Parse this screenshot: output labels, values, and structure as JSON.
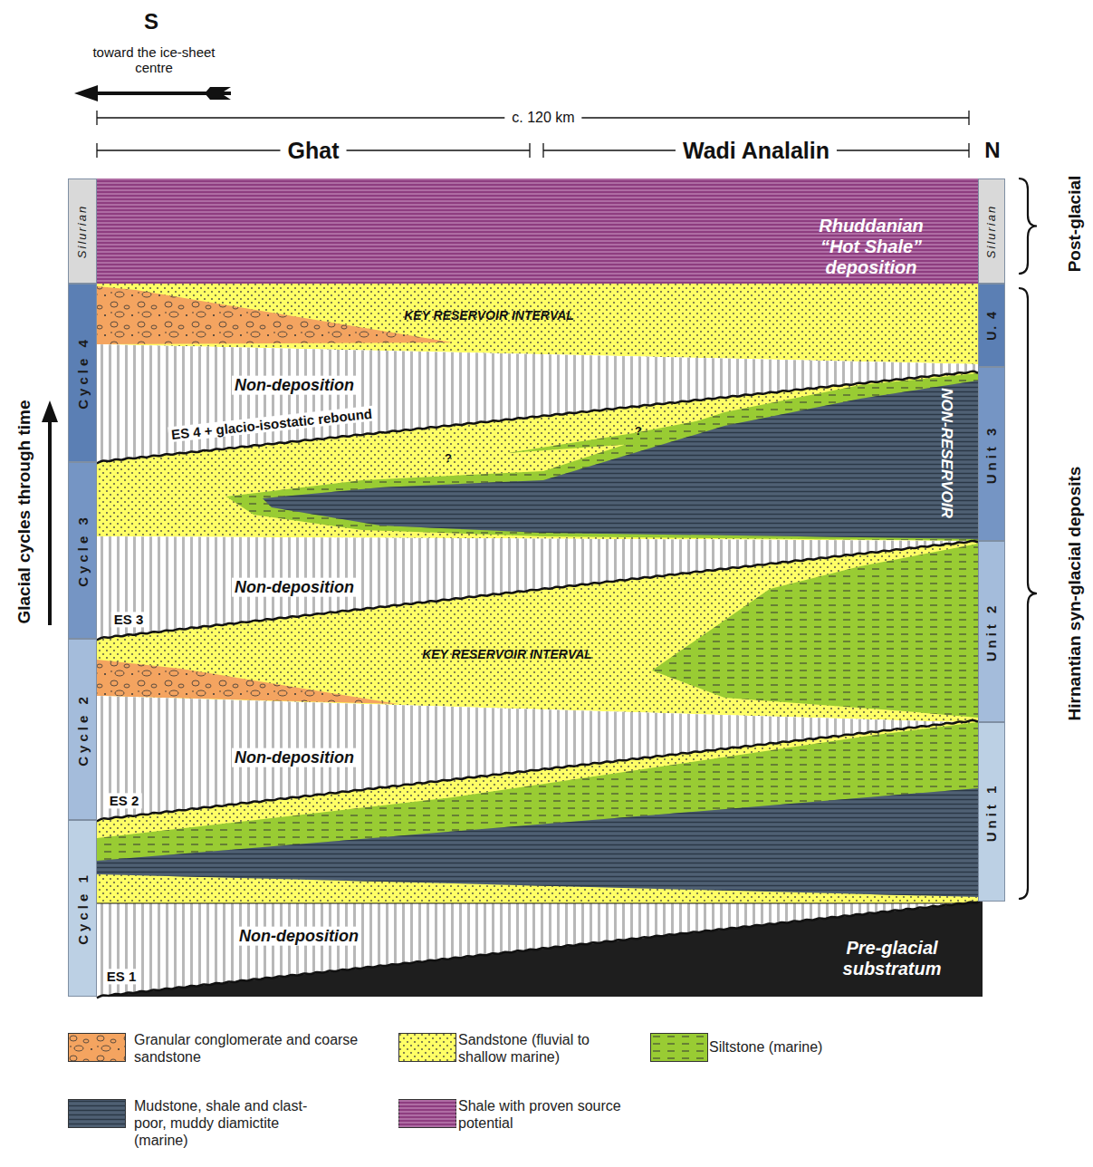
{
  "diagram": {
    "nodes": [
      {
        "text": [
          "Silurian"
        ]
      },
      {
        "text": [
          "Cycle 4"
        ]
      },
      {
        "text": [
          "Cycle 3"
        ]
      },
      {
        "text": [
          "Cycle 2"
        ]
      },
      {
        "text": [
          "Cycle 1"
        ]
      },
      {
        "text": [
          "Silurian"
        ]
      },
      {
        "text": [
          "U. 4"
        ]
      },
      {
        "text": [
          "Unit 3"
        ]
      },
      {
        "text": [
          "Unit 2"
        ]
      },
      {
        "text": [
          "Unit 1"
        ]
      }
    ],
    "labels": [
      "S",
      "toward the ice-sheet centre",
      "c. 120 km",
      "Ghat",
      "Wadi Analalin",
      "N",
      "Glacial cycles through time",
      "Post-glacial",
      "Hirnantian syn-glacial deposits",
      "Rhuddanian “Hot Shale” deposition",
      "KEY RESERVOIR INTERVAL",
      "Non-deposition",
      "ES 4 + glacio-isostatic rebound",
      "?",
      "?",
      "NON-RESERVOIR",
      "Non-deposition",
      "ES 3",
      "KEY RESERVOIR INTERVAL",
      "Non-deposition",
      "ES 2",
      "Non-deposition",
      "ES 1",
      "Pre-glacial substratum"
    ],
    "legend": [
      {
        "text": "Granular conglomerate and coarse sandstone",
        "color": "#f4a460"
      },
      {
        "text": "Sandstone (fluvial to shallow marine)",
        "color": "#ffff66"
      },
      {
        "text": "Siltstone (marine)",
        "color": "#99cc33"
      },
      {
        "text": "Mudstone, shale and clast-poor, muddy diamictite (marine)",
        "color": "#4f6073"
      },
      {
        "text": "Shale with proven source potential",
        "color": "#8e3d80"
      }
    ]
  }
}
